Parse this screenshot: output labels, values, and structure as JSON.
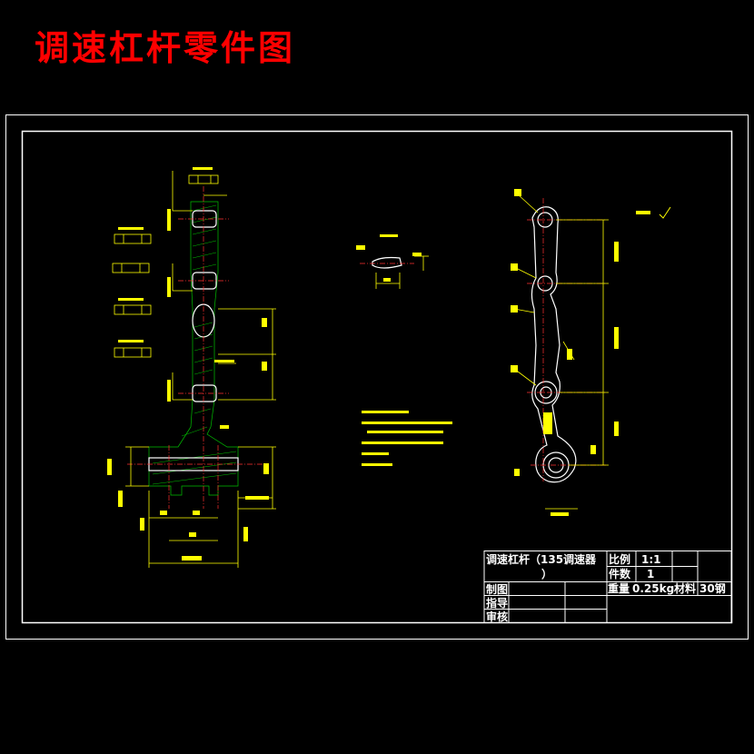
{
  "page_title": "调速杠杆零件图",
  "title_block": {
    "part_name_line1": "调速杠杆（135调速器",
    "part_name_line2": "）",
    "scale_label": "比例",
    "scale_value": "1:1",
    "quantity_label": "件数",
    "quantity_value": "1",
    "weight_label": "重量",
    "weight_value": "0.25kg",
    "material_label": "材料",
    "material_value": "30钢",
    "drawn_label": "制图",
    "guide_label": "指导",
    "review_label": "审核"
  },
  "colors": {
    "background": "#000000",
    "frame": "#ffffff",
    "dimension": "#ffff00",
    "centerline": "#ff3030",
    "hatch": "#00c000",
    "title": "#ff0000"
  }
}
